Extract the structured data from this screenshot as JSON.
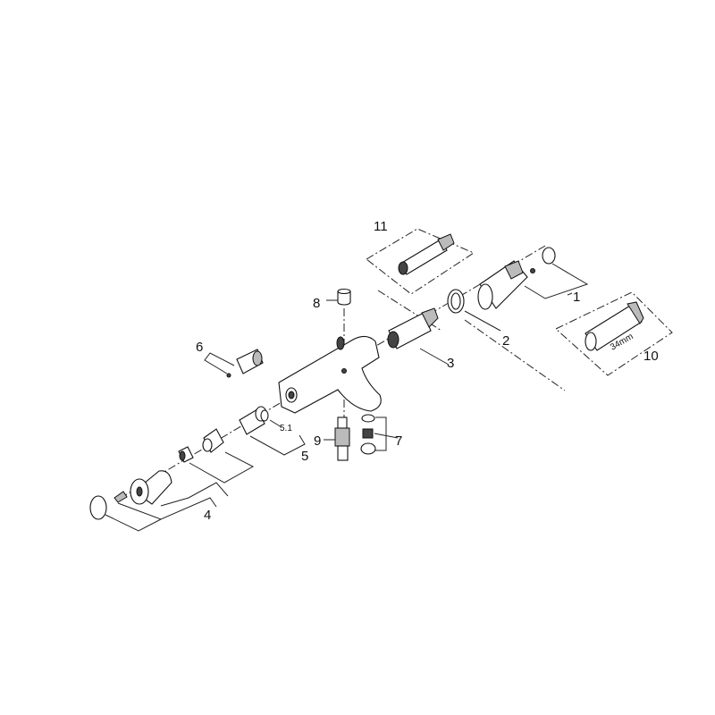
{
  "diagram": {
    "type": "exploded parts diagram",
    "labels": {
      "p1": "1",
      "p2": "2",
      "p3": "3",
      "p4": "4",
      "p5": "5",
      "p51": "5.1",
      "p6": "6",
      "p7": "7",
      "p8": "8",
      "p9": "9",
      "p10": "10",
      "p11": "11",
      "dim": "34mm"
    }
  }
}
